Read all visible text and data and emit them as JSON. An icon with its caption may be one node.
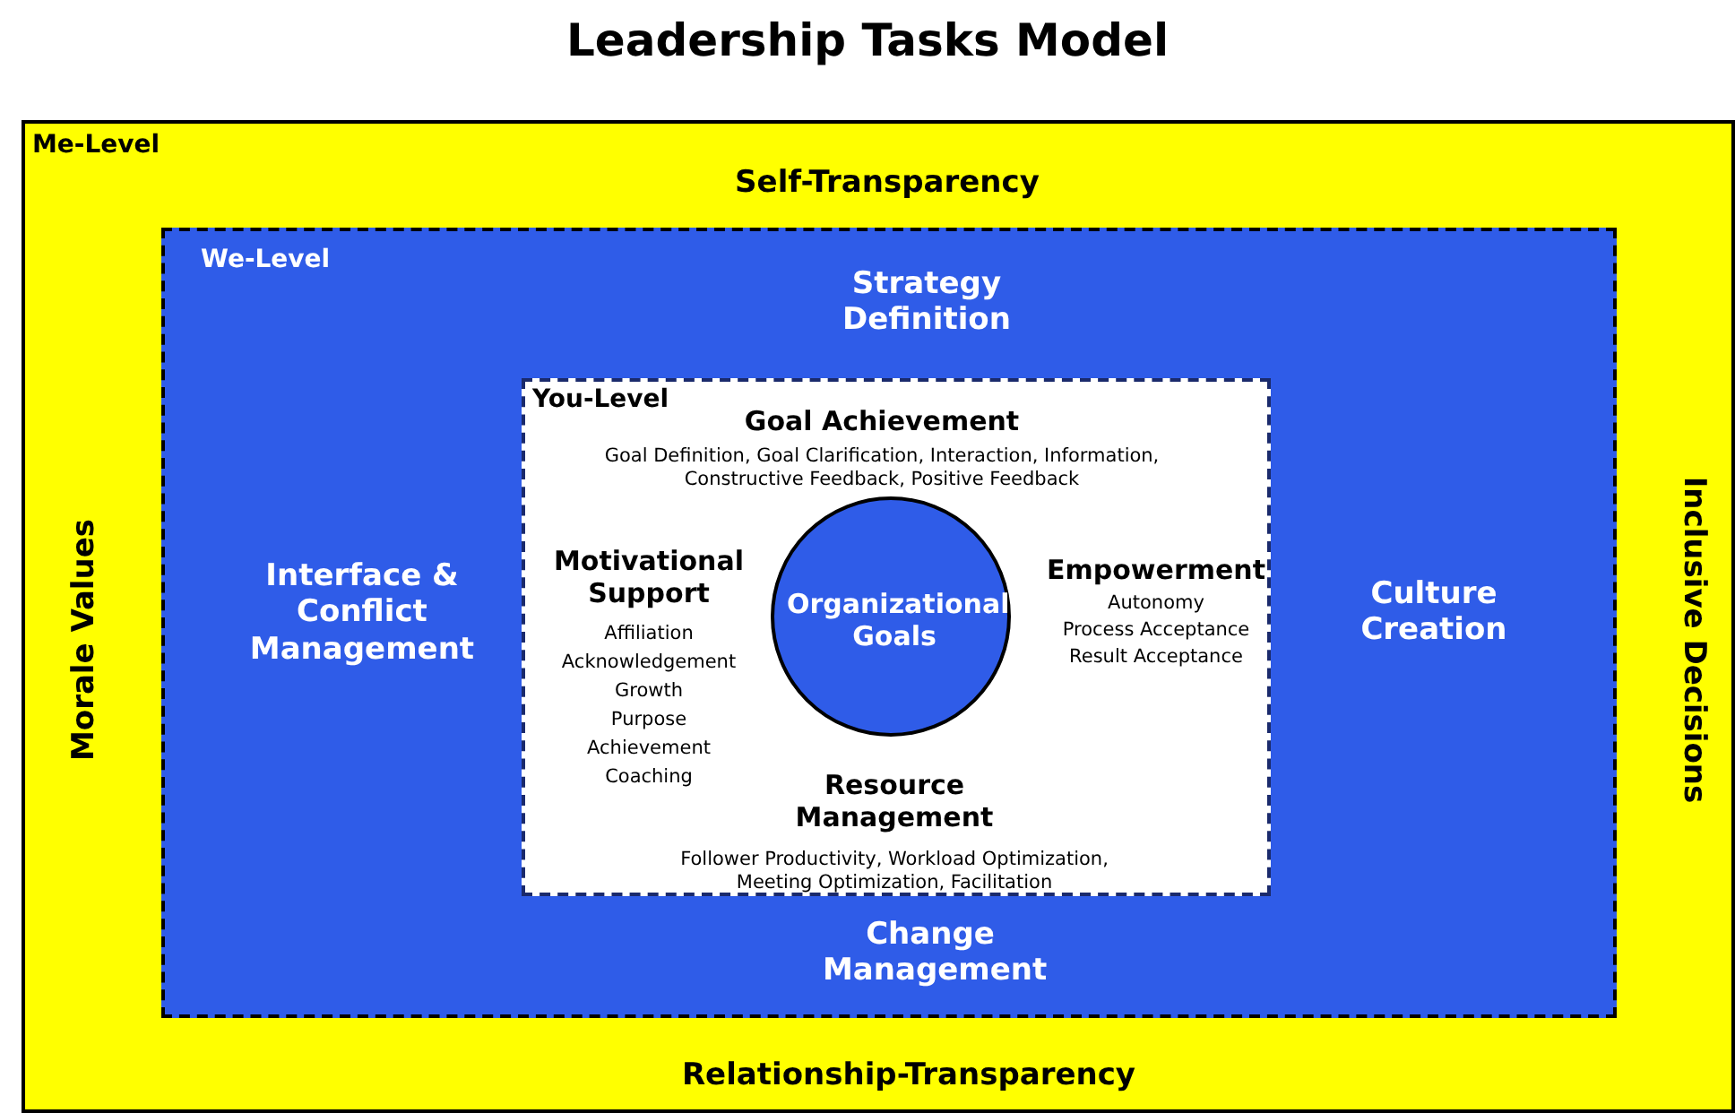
{
  "diagram": {
    "title": "Leadership Tasks Model",
    "nodes": [
      {
        "text": [
          "Me-Level",
          "Self-Transparency",
          "Morale Values",
          "Inclusive Decisions",
          "Relationship-Transparency"
        ]
      },
      {
        "text": [
          "We-Level",
          "Strategy Definition",
          "Interface & Conflict Management",
          "Culture Creation",
          "Change Management"
        ],
        "in": 0
      },
      {
        "text": [
          "You-Level",
          "Goal Achievement",
          "Goal Definition, Goal Clarification, Interaction, Information, Constructive Feedback, Positive Feedback",
          "Motivational Support",
          "Affiliation",
          "Acknowledgement",
          "Growth",
          "Purpose",
          "Achievement",
          "Coaching",
          "Empowerment",
          "Autonomy",
          "Process Acceptance",
          "Result Acceptance",
          "Resource Management",
          "Follower Productivity, Workload Optimization, Meeting Optimization, Facilitation"
        ],
        "in": 1
      },
      {
        "text": [
          "Organizational Goals"
        ],
        "in": 2
      }
    ],
    "edges": []
  }
}
